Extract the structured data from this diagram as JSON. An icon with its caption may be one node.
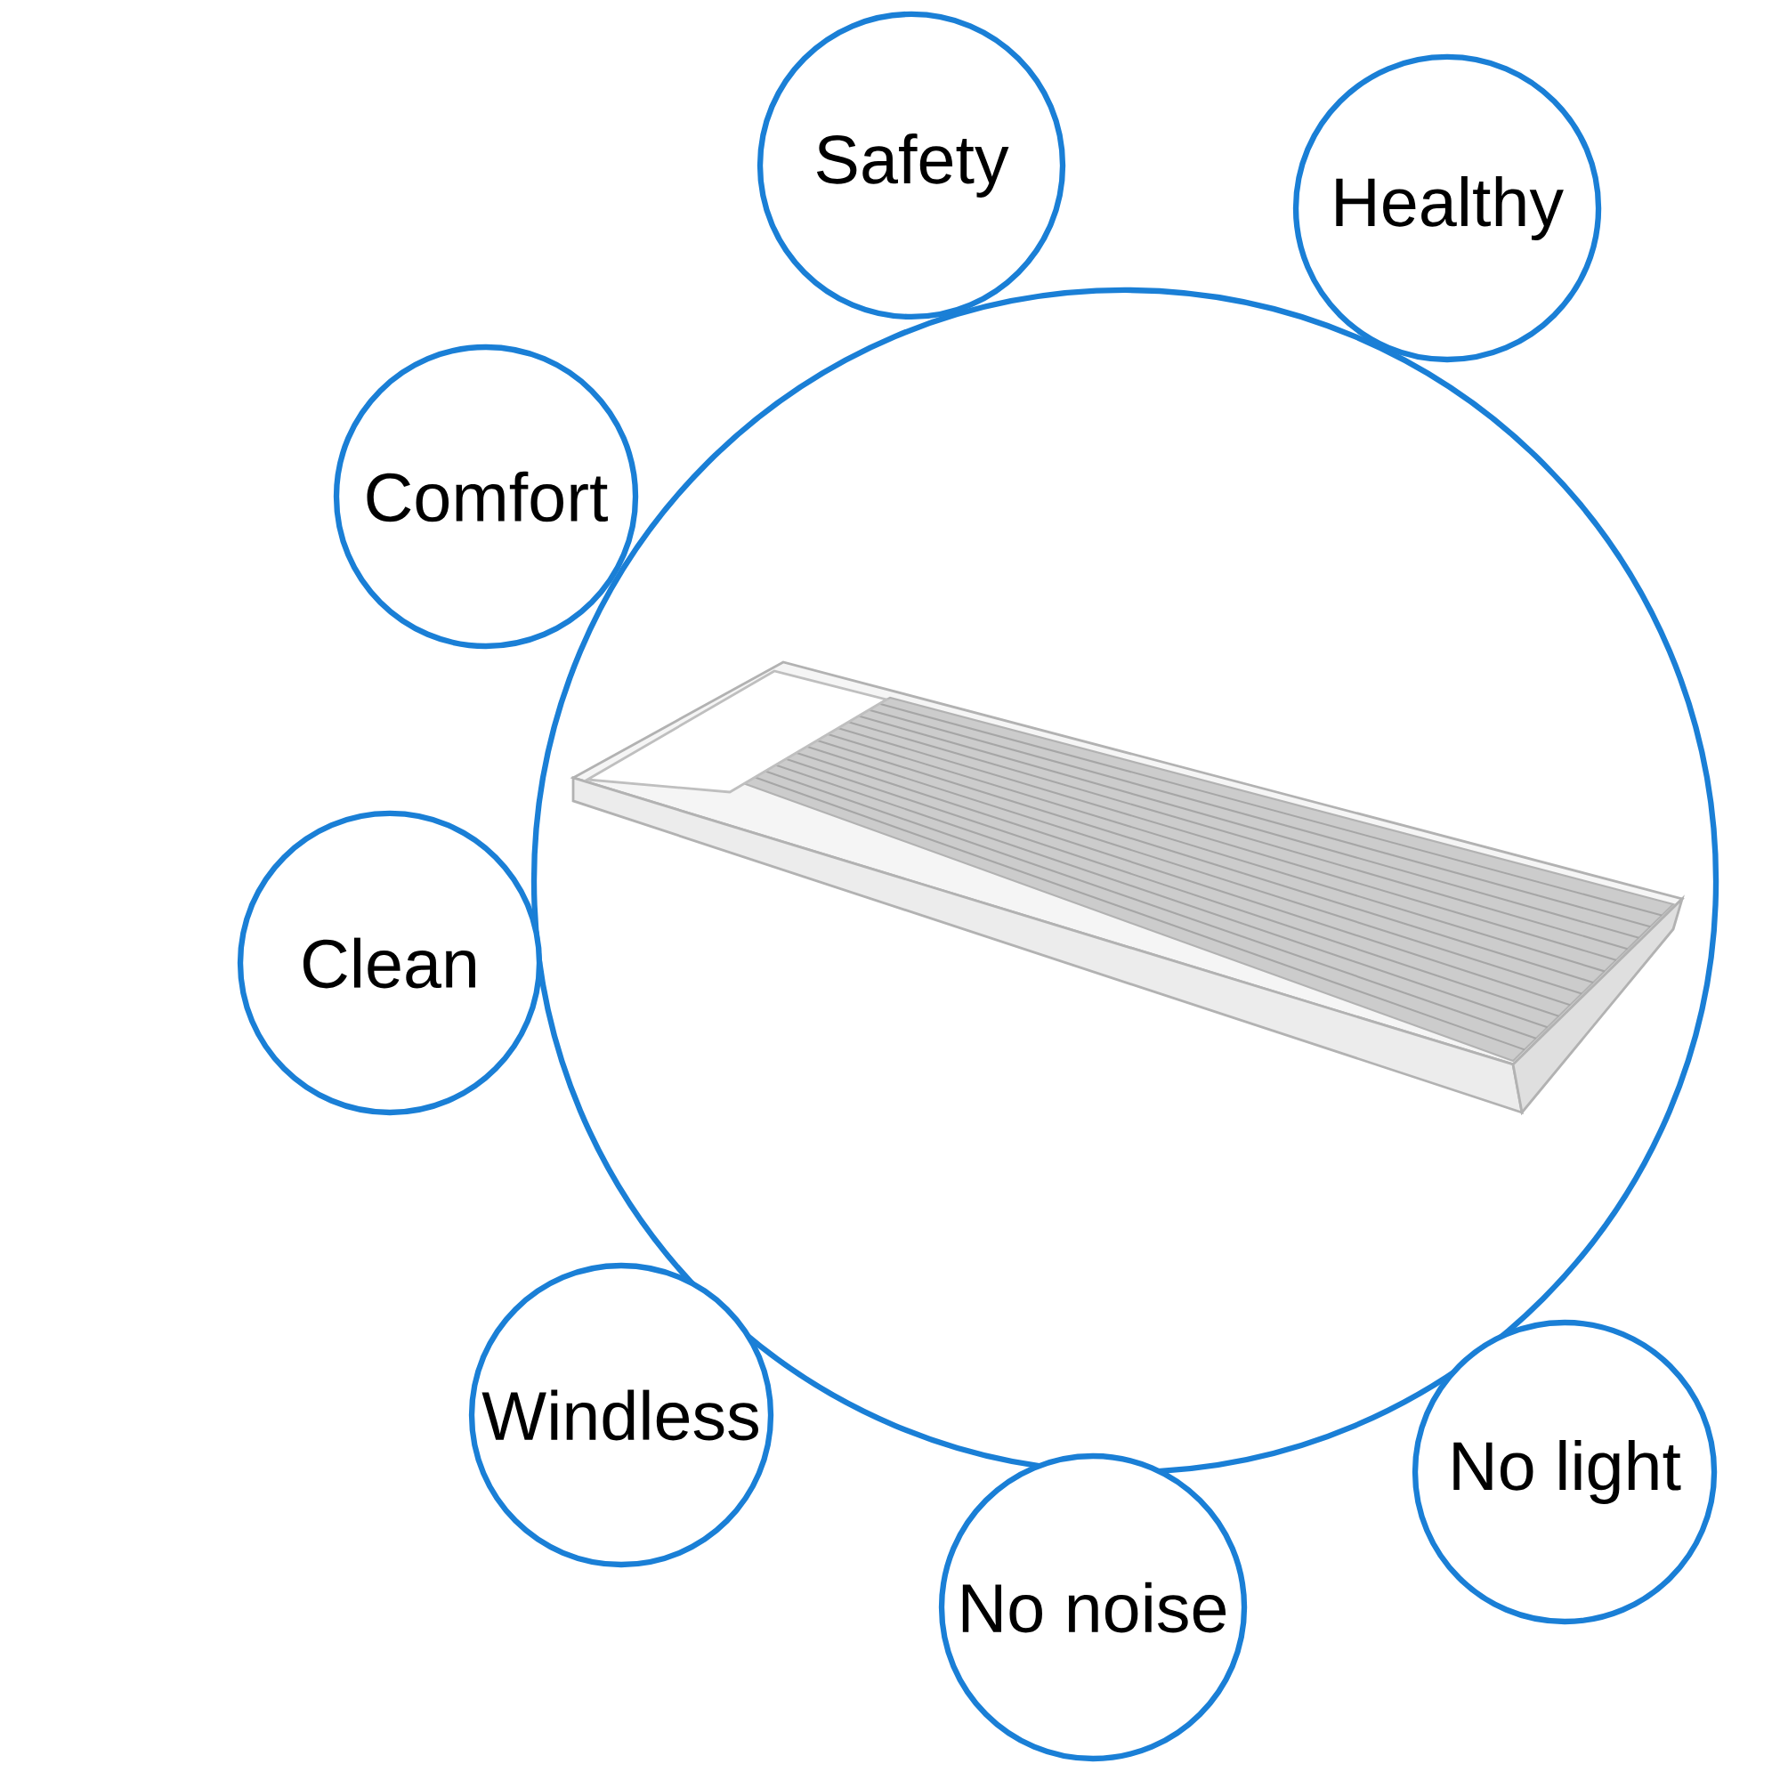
{
  "diagram": {
    "nodes": [
      {
        "text": [
          "Safety"
        ]
      },
      {
        "text": [
          "Healthy"
        ]
      },
      {
        "text": [
          "Comfort"
        ]
      },
      {
        "text": [],
        "shape": "circle"
      },
      {
        "text": [
          "Clean"
        ]
      },
      {
        "text": [
          "Windless"
        ]
      },
      {
        "text": [
          "No light"
        ]
      },
      {
        "text": [
          "No noise"
        ]
      }
    ]
  }
}
